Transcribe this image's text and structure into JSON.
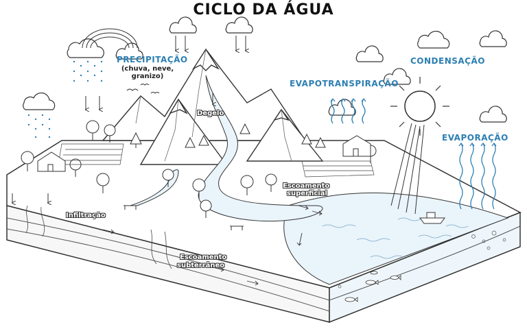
{
  "title": "CICLO DA ÁGUA",
  "labels": {
    "precipitation": "PRECIPITAÇÃO",
    "precipitation_detail_1": "(chuva, neve,",
    "precipitation_detail_2": "granizo)",
    "condensation": "CONDENSAÇÃO",
    "evapotranspiration": "EVAPOTRANSPIRAÇÃO",
    "evaporation": "EVAPORAÇÃO",
    "thaw": "Degelo",
    "surface_runoff_1": "Escoamento",
    "surface_runoff_2": "superficial",
    "infiltration": "Infiltração",
    "groundwater_runoff_1": "Escoamento",
    "groundwater_runoff_2": "subterrâneo"
  },
  "colors": {
    "accent": "#2c7fb3",
    "line": "#333333",
    "water": "#eaf4fb"
  }
}
